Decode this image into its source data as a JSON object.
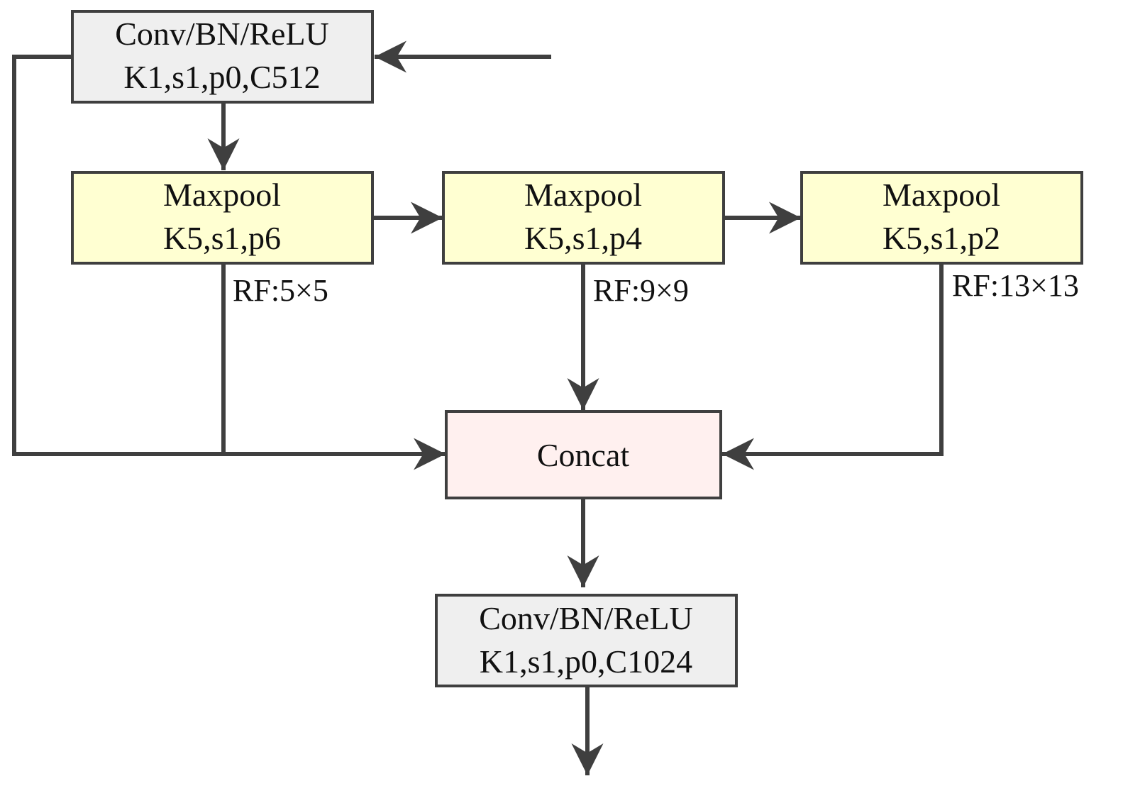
{
  "colors": {
    "conv_fill": "#efefef",
    "pool_fill": "#ffffd2",
    "concat_fill": "#fff0ef",
    "line": "#3f3f3f"
  },
  "nodes": {
    "conv_in": {
      "line1": "Conv/BN/ReLU",
      "line2": "K1,s1,p0,C512"
    },
    "pool1": {
      "line1": "Maxpool",
      "line2": "K5,s1,p6"
    },
    "pool2": {
      "line1": "Maxpool",
      "line2": "K5,s1,p4"
    },
    "pool3": {
      "line1": "Maxpool",
      "line2": "K5,s1,p2"
    },
    "concat": {
      "label": "Concat"
    },
    "conv_out": {
      "line1": "Conv/BN/ReLU",
      "line2": "K1,s1,p0,C1024"
    }
  },
  "receptive_fields": {
    "pool1": "RF:5×5",
    "pool2": "RF:9×9",
    "pool3": "RF:13×13"
  }
}
